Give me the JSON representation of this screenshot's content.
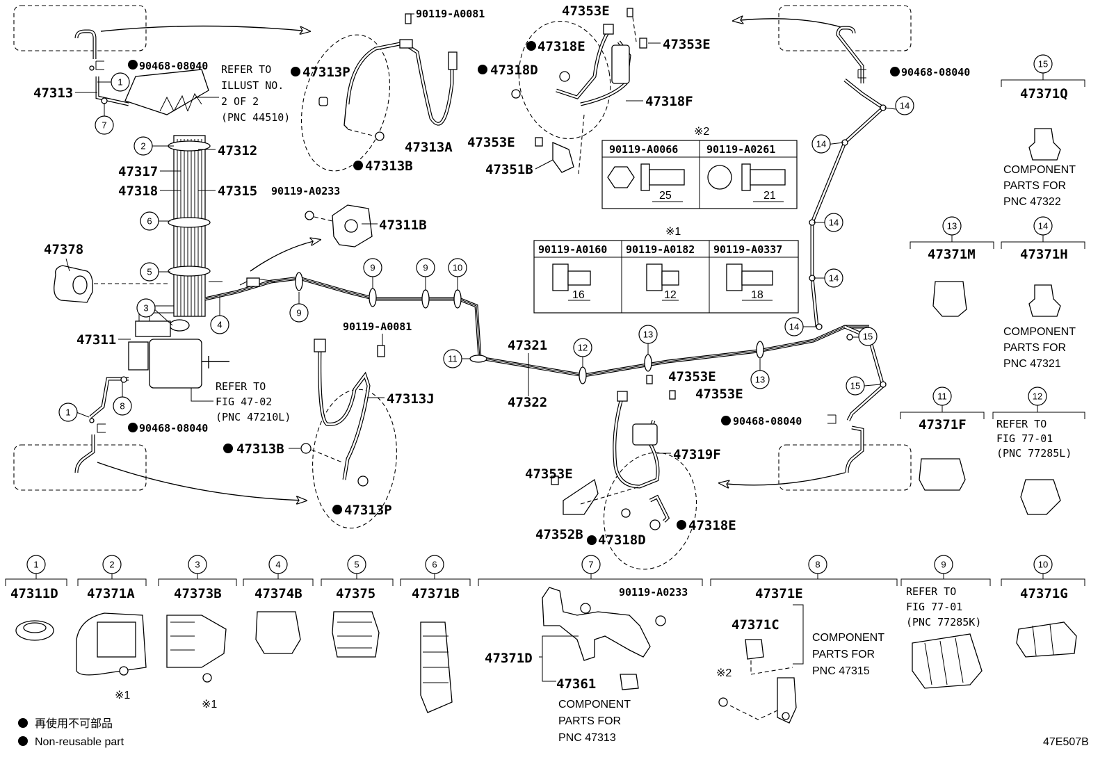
{
  "figure_id": "47E507B",
  "legend": {
    "dot_jp": "再使用不可部品",
    "dot_en": "Non-reusable part"
  },
  "refs": {
    "ref_illust": [
      "REFER TO",
      "ILLUST NO.",
      "2 OF 2",
      "(PNC 44510)"
    ],
    "ref_fig4702": [
      "REFER TO",
      "FIG 47-02",
      "(PNC 47210L)"
    ],
    "ref_77285l": [
      "REFER TO",
      "FIG 77-01",
      "(PNC 77285L)"
    ],
    "ref_77285k": [
      "REFER TO",
      "FIG 77-01",
      "(PNC 77285K)"
    ]
  },
  "component_notes": {
    "n47322": [
      "COMPONENT",
      "PARTS FOR",
      "PNC 47322"
    ],
    "n47321": [
      "COMPONENT",
      "PARTS FOR",
      "PNC 47321"
    ],
    "n47315": [
      "COMPONENT",
      "PARTS FOR",
      "PNC 47315"
    ],
    "n47313": [
      "COMPONENT",
      "PARTS FOR",
      "PNC 47313"
    ]
  },
  "labels": {
    "p47313": "47313",
    "p47312": "47312",
    "p47317": "47317",
    "p47318": "47318",
    "p47315": "47315",
    "p47378": "47378",
    "p47311": "47311",
    "p47311B": "47311B",
    "p47313P_top": "47313P",
    "p47313A": "47313A",
    "p47313B_top": "47313B",
    "p47313J": "47313J",
    "p47313B_bot": "47313B",
    "p47313P_bot": "47313P",
    "p47321": "47321",
    "p47322": "47322",
    "p47318E_top": "47318E",
    "p47318D_top": "47318D",
    "p47353E_1": "47353E",
    "p47353E_2": "47353E",
    "p47353E_3": "47353E",
    "p47318F": "47318F",
    "p47351B": "47351B",
    "p47353E_4": "47353E",
    "p47353E_5": "47353E",
    "p47353E_6": "47353E",
    "p47319F": "47319F",
    "p47352B": "47352B",
    "p47318D_bot": "47318D",
    "p47318E_bot": "47318E",
    "p90468_a": "90468-08040",
    "p90468_b": "90468-08040",
    "p90468_c": "90468-08040",
    "p90468_d": "90468-08040",
    "p90119_A0081_a": "90119-A0081",
    "p90119_A0081_b": "90119-A0081",
    "p90119_A0233_a": "90119-A0233",
    "p90119_A0233_b": "90119-A0233",
    "p47371D": "47371D",
    "p47361": "47361",
    "p47371C": "47371C",
    "kome2": "※2",
    "kome1a": "※1",
    "kome1b": "※1"
  },
  "bolt_table_2": {
    "mark": "※2",
    "cols": [
      "90119-A0066",
      "90119-A0261"
    ],
    "dims": [
      "25",
      "21"
    ]
  },
  "bolt_table_1": {
    "mark": "※1",
    "cols": [
      "90119-A0160",
      "90119-A0182",
      "90119-A0337"
    ],
    "dims": [
      "16",
      "12",
      "18"
    ]
  },
  "callouts": {
    "c1a": "1",
    "c7a": "7",
    "c2": "2",
    "c6": "6",
    "c5": "5",
    "c3": "3",
    "c4": "4",
    "c8": "8",
    "c1b": "1",
    "c9a": "9",
    "c9b": "9",
    "c9c": "9",
    "c10": "10",
    "c11": "11",
    "c12": "12",
    "c13a": "13",
    "c13b": "13",
    "c14a": "14",
    "c14b": "14",
    "c14c": "14",
    "c14d": "14",
    "c14e": "14",
    "c15a": "15",
    "c15b": "15"
  },
  "bottom_parts": [
    {
      "num": "1",
      "part": "47311D"
    },
    {
      "num": "2",
      "part": "47371A"
    },
    {
      "num": "3",
      "part": "47373B"
    },
    {
      "num": "4",
      "part": "47374B"
    },
    {
      "num": "5",
      "part": "47375"
    },
    {
      "num": "6",
      "part": "47371B"
    },
    {
      "num": "7",
      "part": ""
    },
    {
      "num": "8",
      "part": "47371E"
    },
    {
      "num": "9",
      "part": ""
    },
    {
      "num": "10",
      "part": "47371G"
    }
  ],
  "right_parts": [
    {
      "num": "15",
      "part": "47371Q"
    },
    {
      "num": "13",
      "part": "47371M"
    },
    {
      "num": "14",
      "part": "47371H"
    },
    {
      "num": "11",
      "part": "47371F"
    },
    {
      "num": "12",
      "part": ""
    }
  ]
}
